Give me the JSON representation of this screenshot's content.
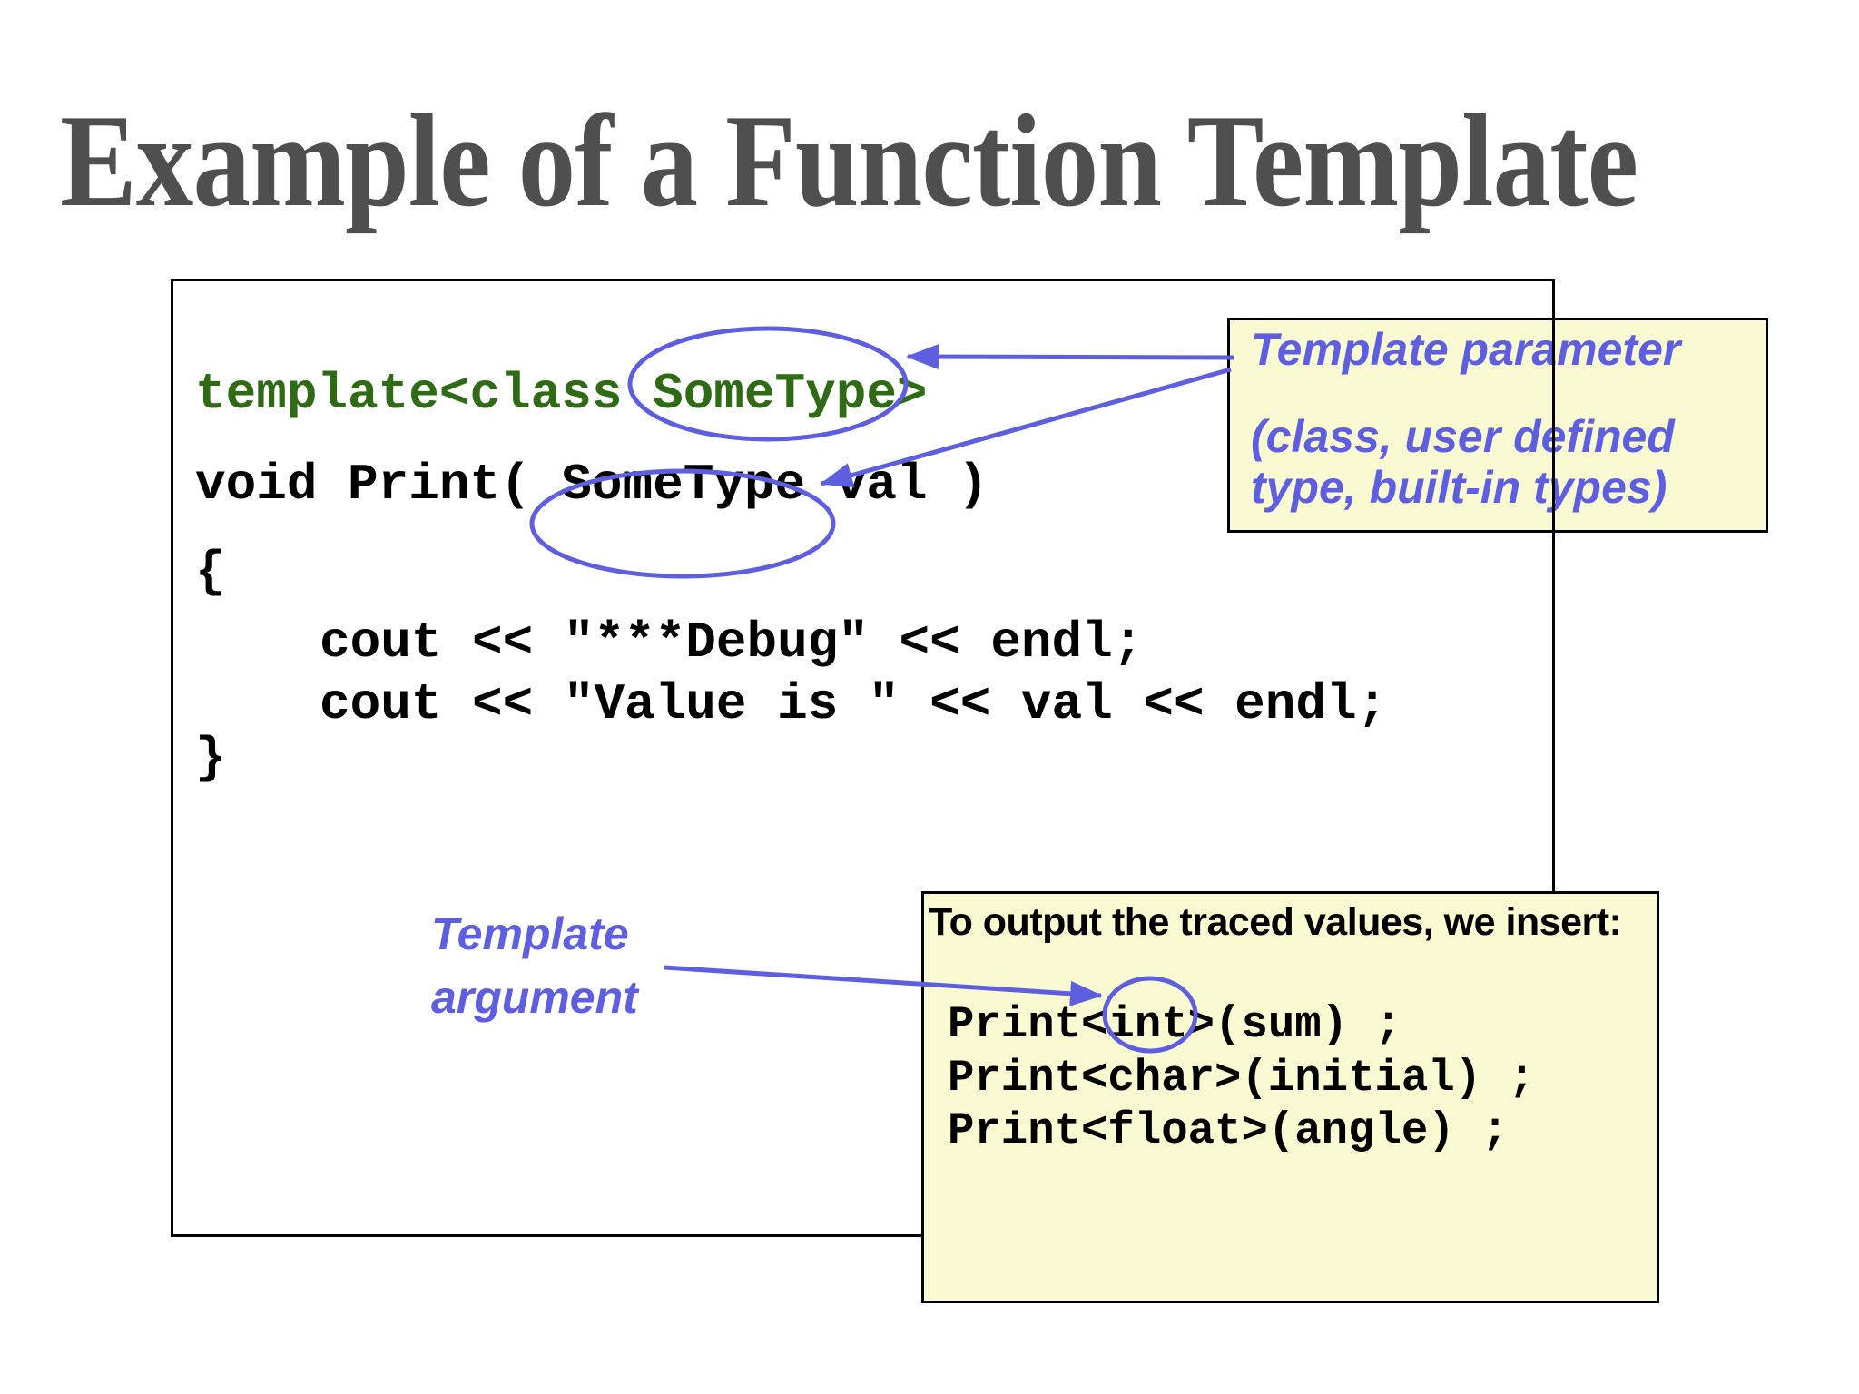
{
  "title": "Example of a Function Template",
  "code_box": {
    "line1": "template<class SomeType>",
    "line2": "void Print( SomeType val )",
    "line3": "{",
    "line4": "cout << \"***Debug\" << endl;",
    "line5": "cout << \"Value is \" << val << endl;",
    "line6": "}"
  },
  "param_note": {
    "title": "Template parameter",
    "detail1": "(class, user defined",
    "detail2": "type, built-in types)"
  },
  "argument_label": {
    "line1": "Template",
    "line2": "argument"
  },
  "insert_note": {
    "heading": "To output the traced values, we insert:",
    "code1": "Print<int>(sum) ;",
    "code2": "Print<char>(initial) ;",
    "code3": "Print<float>(angle) ;"
  },
  "colors": {
    "code_green": "#2e6b14",
    "annotation_blue": "#5e5ee0",
    "note_fill": "#fafad2",
    "title_gray": "#4f4f4f",
    "ink": "#000000"
  }
}
